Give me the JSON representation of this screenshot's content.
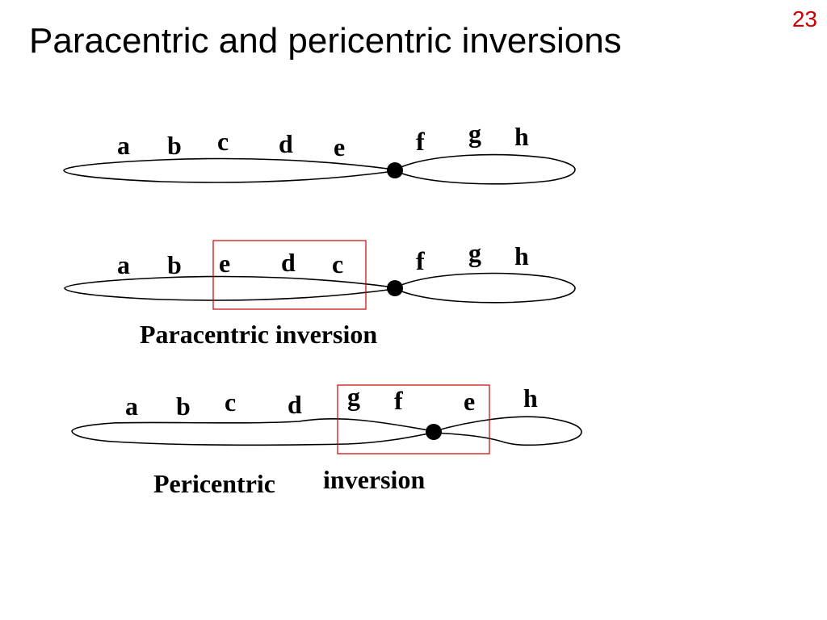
{
  "slide": {
    "title": "Paracentric and pericentric inversions",
    "page_number": "23"
  },
  "colors": {
    "title": "#000000",
    "page_number": "#cc0000",
    "highlight_box": "#cc0000",
    "chromosome": "#000000"
  },
  "normal": {
    "genes": [
      "a",
      "b",
      "c",
      "d",
      "e",
      "f",
      "g",
      "h"
    ]
  },
  "paracentric": {
    "genes": [
      "a",
      "b",
      "e",
      "d",
      "c",
      "f",
      "g",
      "h"
    ],
    "caption": "Paracentric inversion"
  },
  "pericentric": {
    "genes": [
      "a",
      "b",
      "c",
      "d",
      "g",
      "f",
      "e",
      "h"
    ],
    "caption_word1": "Pericentric",
    "caption_word2": "inversion"
  }
}
